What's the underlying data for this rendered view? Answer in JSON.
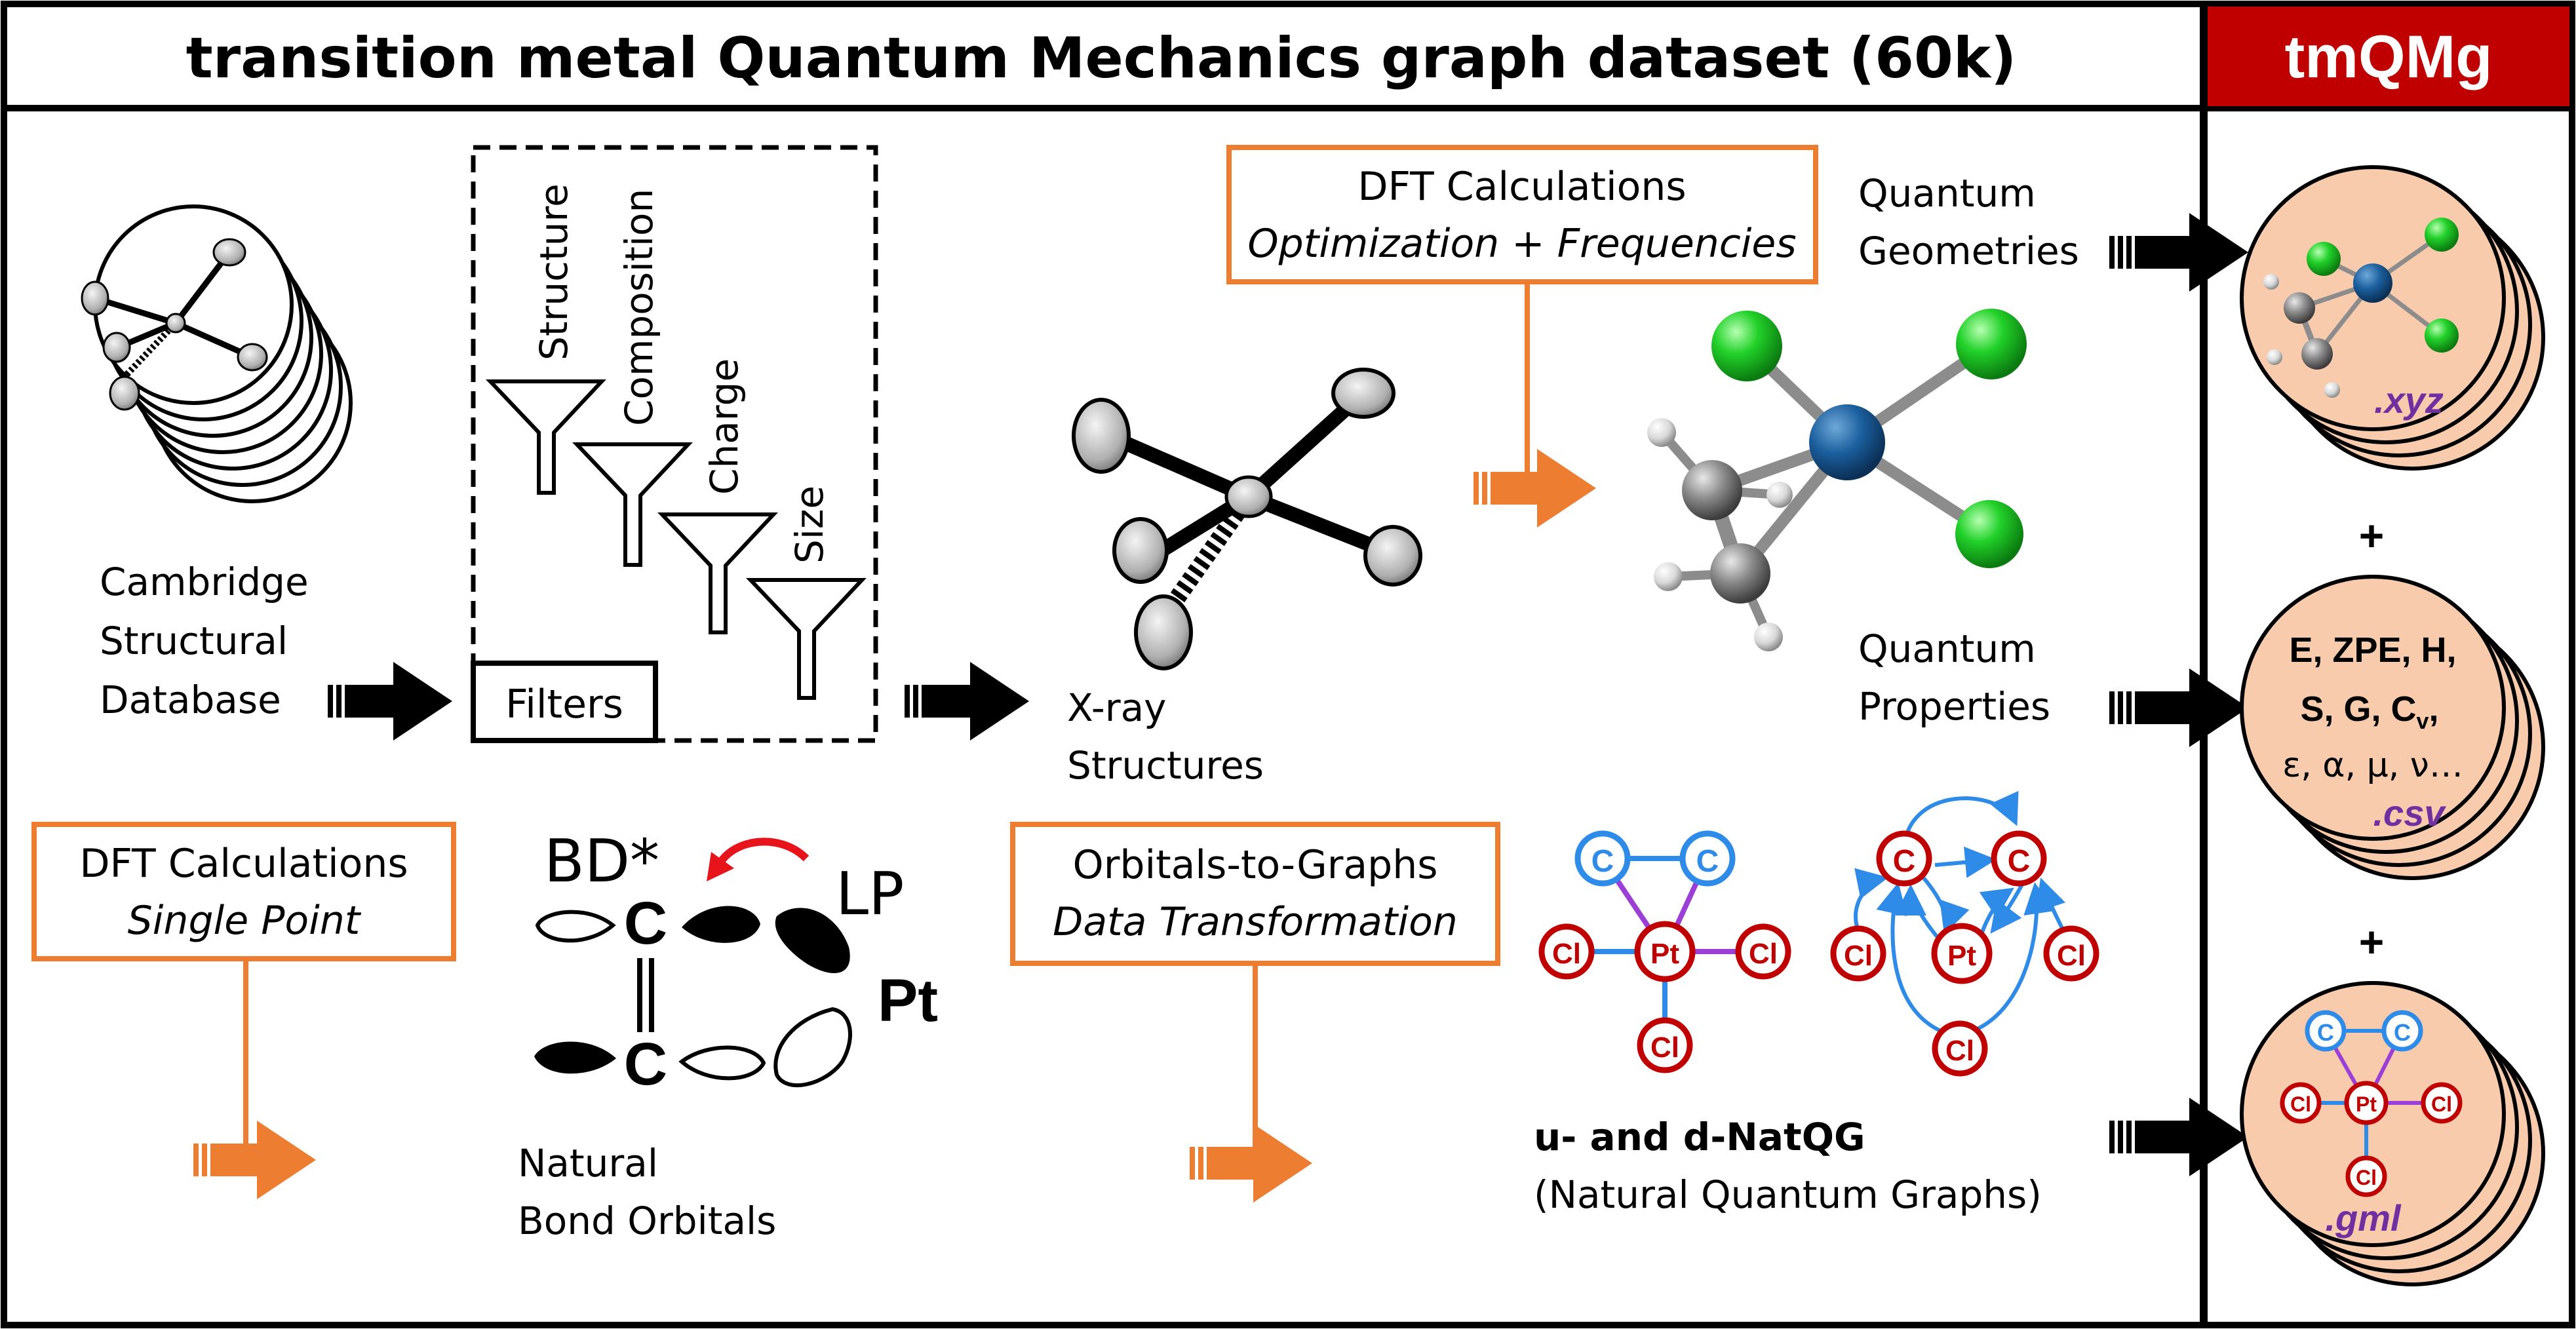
{
  "header": {
    "title": "transition metal Quantum Mechanics graph dataset (60k)",
    "badge": "tmQMg",
    "badge_color": "#c00000"
  },
  "sources": {
    "csd_label": [
      "Cambridge",
      "Structural",
      "Database"
    ],
    "filters_label": "Filters",
    "filter_names": [
      "Structure",
      "Composition",
      "Charge",
      "Size"
    ],
    "xray_label": [
      "X-ray",
      "Structures"
    ]
  },
  "dft_opt": {
    "title": "DFT Calculations",
    "subtitle": "Optimization + Frequencies"
  },
  "quantum": {
    "geometries": [
      "Quantum",
      "Geometries"
    ],
    "properties": [
      "Quantum",
      "Properties"
    ]
  },
  "dft_sp": {
    "title": "DFT Calculations",
    "subtitle": "Single Point"
  },
  "nbo": {
    "bd_label": "BD*",
    "lp_label": "LP",
    "atom_c": "C",
    "atom_pt": "Pt",
    "caption": [
      "Natural",
      "Bond Orbitals"
    ]
  },
  "o2g": {
    "title": "Orbitals-to-Graphs",
    "subtitle": "Data Transformation"
  },
  "natqg": {
    "title": "u- and d-NatQG",
    "subtitle": "(Natural Quantum Graphs)",
    "atom_c": "C",
    "atom_cl": "Cl",
    "atom_pt": "Pt"
  },
  "outputs": {
    "xyz_ext": ".xyz",
    "csv_ext": ".csv",
    "gml_ext": ".gml",
    "plus": "+",
    "props_line1": "E, ZPE, H,",
    "props_line2a": "S, G, C",
    "props_line2_sub": "v",
    "props_line2b": ",",
    "props_line3": "ε, α, μ, ν…"
  },
  "colors": {
    "orange": "#ed7d31",
    "disk_fill": "#f8cbad",
    "ext_purple": "#7030a0",
    "atom_red": "#c00000",
    "atom_blue": "#2e8be8",
    "bond_purple": "#9b3fd6"
  }
}
